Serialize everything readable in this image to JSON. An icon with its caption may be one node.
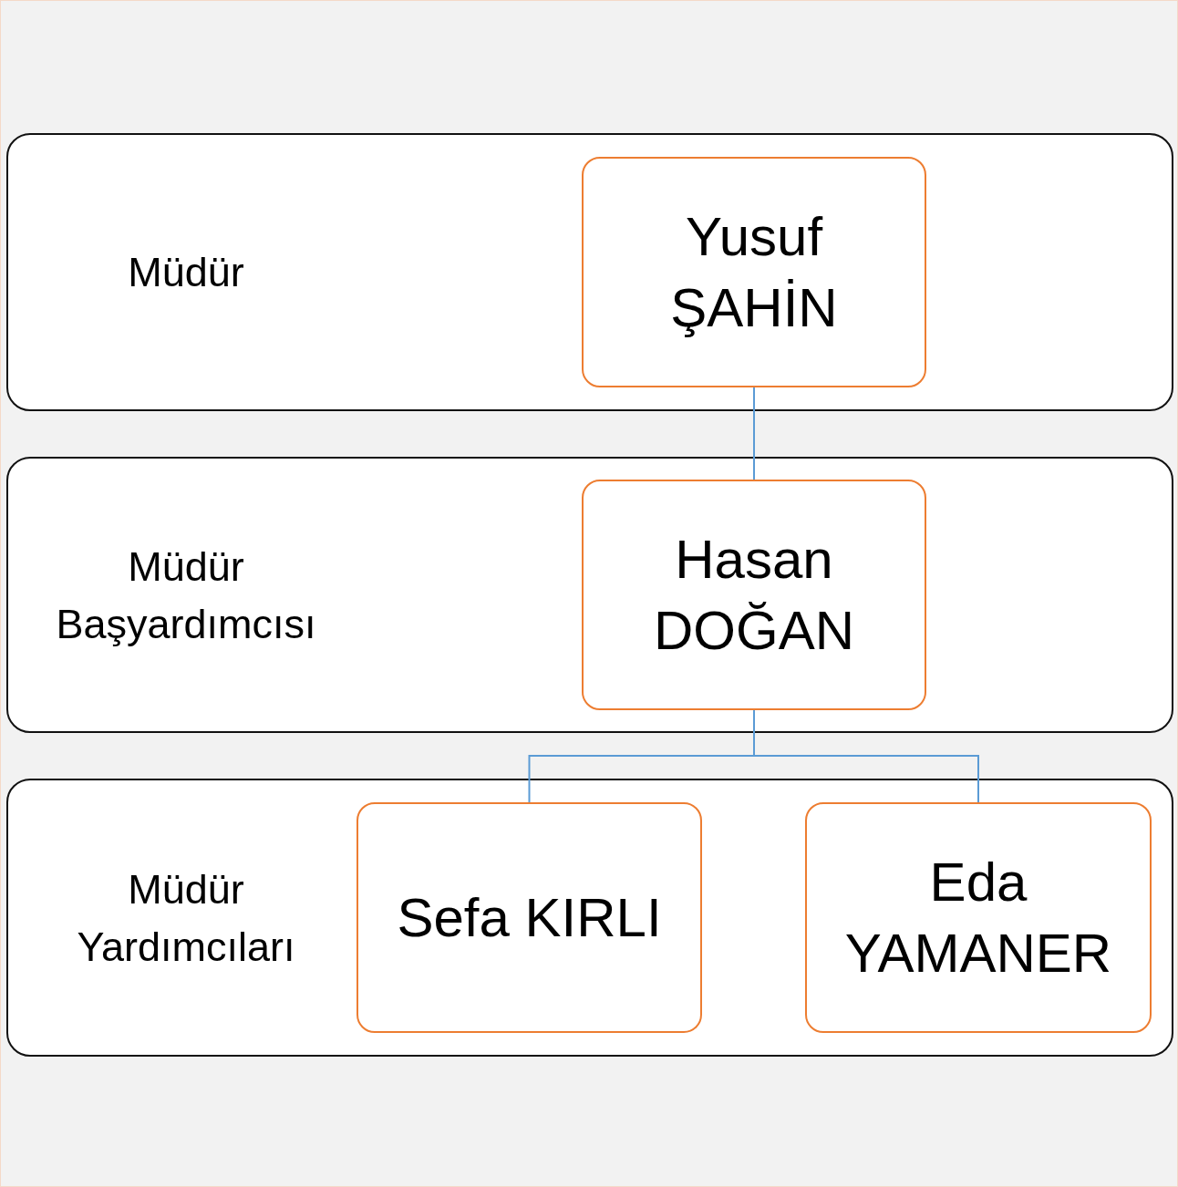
{
  "diagram": {
    "nodes": [
      {
        "text": [
          "Müdür"
        ]
      },
      {
        "text": [
          "Yusuf ŞAHİN"
        ],
        "in": 0
      },
      {
        "text": [
          "Müdür Başyardımcısı"
        ]
      },
      {
        "text": [
          "Hasan DOĞAN"
        ],
        "in": 2
      },
      {
        "text": [
          "Müdür Yardımcıları"
        ]
      },
      {
        "text": [
          "Sefa KIRLI"
        ],
        "in": 4
      },
      {
        "text": [
          "Eda YAMANER"
        ],
        "in": 4
      }
    ],
    "edges": [
      {
        "from": 1,
        "to": 3,
        "arrow": "none"
      },
      {
        "from": 3,
        "to": 5,
        "arrow": "none"
      },
      {
        "from": 3,
        "to": 6,
        "arrow": "none"
      }
    ]
  }
}
